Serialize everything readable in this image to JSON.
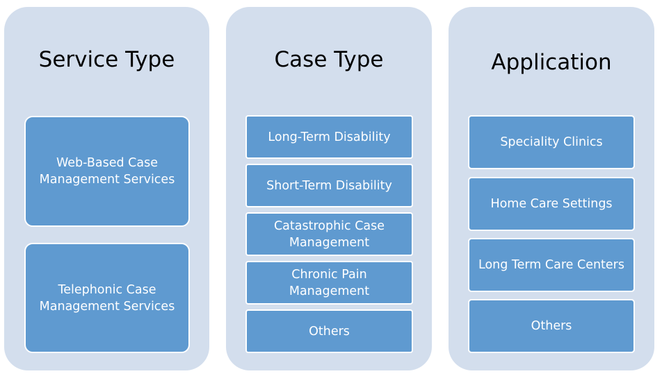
{
  "columns": [
    {
      "title": "Service Type",
      "items": [
        [
          "Web-Based Case",
          "Management Services"
        ],
        [
          "Telephonic Case",
          "Management Services"
        ]
      ]
    },
    {
      "title": "Case Type",
      "items": [
        [
          "Long-Term Disability"
        ],
        [
          "Short-Term Disability"
        ],
        [
          "Catastrophic Case",
          "Management"
        ],
        [
          "Chronic Pain",
          "Management"
        ],
        [
          "Others"
        ]
      ]
    },
    {
      "title": "Application",
      "items": [
        [
          "Speciality Clinics"
        ],
        [
          "Home Care Settings"
        ],
        [
          "Long Term Care Centers"
        ],
        [
          "Others"
        ]
      ]
    }
  ],
  "colors": {
    "panel": "#d3deed",
    "box": "#5f9ad0",
    "box_border": "#ffffff",
    "title_text": "#000000",
    "box_text": "#ffffff"
  }
}
